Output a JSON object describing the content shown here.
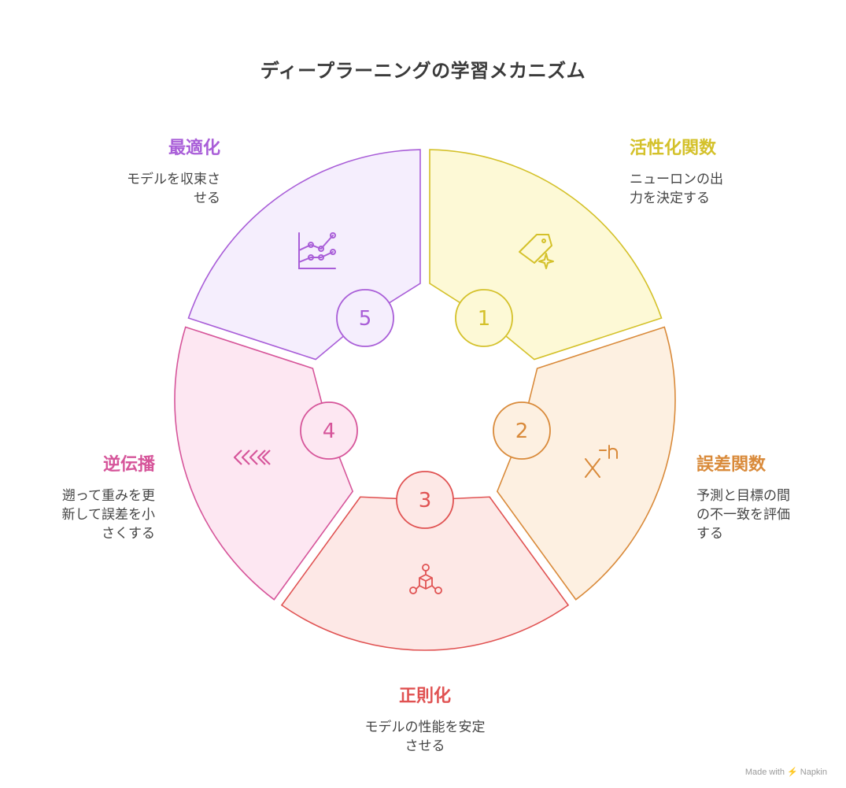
{
  "title": "ディープラーニングの学習メカニズム",
  "steps": [
    {
      "number": "1",
      "name": "活性化関数",
      "desc1": "ニューロンの出",
      "desc2": "力を決定する",
      "desc3": "",
      "color": "#d4c12a",
      "fill": "#fdf9d6",
      "icon": "sparkle-tag-icon"
    },
    {
      "number": "2",
      "name": "誤差関数",
      "desc1": "予測と目標の間",
      "desc2": "の不一致を評価",
      "desc3": "する",
      "color": "#d98a3a",
      "fill": "#fdf0e1",
      "icon": "exponent-x-icon"
    },
    {
      "number": "3",
      "name": "正則化",
      "desc1": "モデルの性能を安定",
      "desc2": "させる",
      "desc3": "",
      "color": "#e05252",
      "fill": "#fde8e6",
      "icon": "network-cube-icon"
    },
    {
      "number": "4",
      "name": "逆伝播",
      "desc1": "遡って重みを更",
      "desc2": "新して誤差を小",
      "desc3": "さくする",
      "color": "#d6559a",
      "fill": "#fde7f2",
      "icon": "double-chevron-left-icon"
    },
    {
      "number": "5",
      "name": "最適化",
      "desc1": "モデルを収束さ",
      "desc2": "せる",
      "desc3": "",
      "color": "#a95ed8",
      "fill": "#f5eefd",
      "icon": "line-chart-icon"
    }
  ],
  "watermark": "Made with ⚡ Napkin"
}
